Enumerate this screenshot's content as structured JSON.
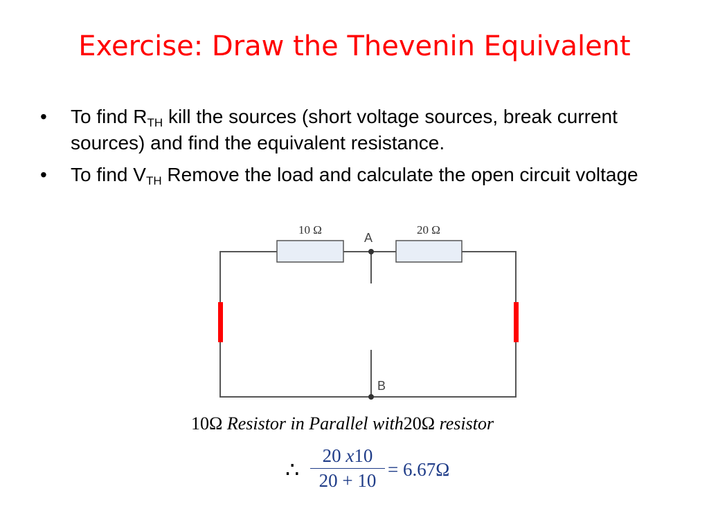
{
  "slide": {
    "title": "Exercise: Draw the Thevenin Equivalent",
    "bullet_glyph": "•",
    "bullets": [
      {
        "pre": "To find R",
        "sub": "TH",
        "post": " kill the sources (short voltage sources, break current sources) and find the equivalent resistance."
      },
      {
        "pre": "To find V",
        "sub": "TH",
        "post": " Remove the load and calculate the open circuit voltage"
      }
    ]
  },
  "circuit": {
    "resistor_left_label": "10 Ω",
    "resistor_right_label": "20 Ω",
    "node_top": "A",
    "node_bottom": "B",
    "wire_color": "#555555",
    "resistor_fill": "#e8eef7",
    "source_color": "#ff0000"
  },
  "math": {
    "caption_left": "10Ω",
    "caption_mid": "Resistor in Parallel with",
    "caption_val": "20Ω",
    "caption_end": "resistor",
    "therefore": "∴",
    "num_a": "20",
    "num_x": "x",
    "num_b": "10",
    "denominator": "20 + 10",
    "result": "= 6.67Ω",
    "color": "#1f3c88"
  }
}
